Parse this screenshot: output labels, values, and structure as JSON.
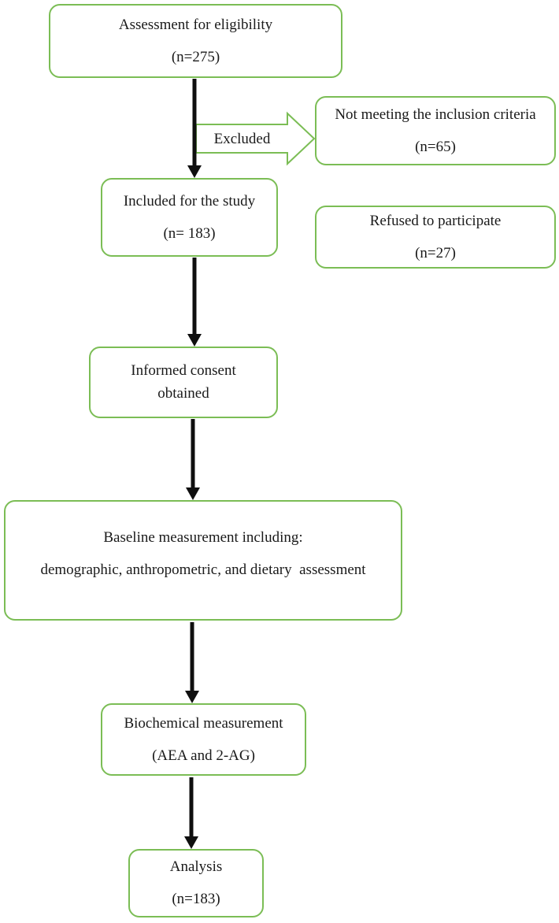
{
  "colors": {
    "box_border": "#7bbd55",
    "arrow": "#0f0f0f",
    "text": "#1a1a1a",
    "background": "#ffffff"
  },
  "boxes": {
    "assessment": {
      "line1": "Assessment for eligibility",
      "line2": "(n=275)"
    },
    "not_meeting": {
      "line1": "Not meeting the inclusion criteria",
      "line2": "(n=65)"
    },
    "included": {
      "line1": "Included for the study",
      "line2": "(n= 183)"
    },
    "refused": {
      "line1": "Refused to participate",
      "line2": "(n=27)"
    },
    "informed_consent": {
      "line1": "Informed consent",
      "line2": "obtained"
    },
    "baseline": {
      "line1": "Baseline measurement including:",
      "line2": "demographic, anthropometric, and dietary  assessment"
    },
    "biochemical": {
      "line1": "Biochemical measurement",
      "line2": "(AEA and 2-AG)"
    },
    "analysis": {
      "line1": "Analysis",
      "line2": "(n=183)"
    }
  },
  "arrow_labels": {
    "excluded": "Excluded"
  }
}
